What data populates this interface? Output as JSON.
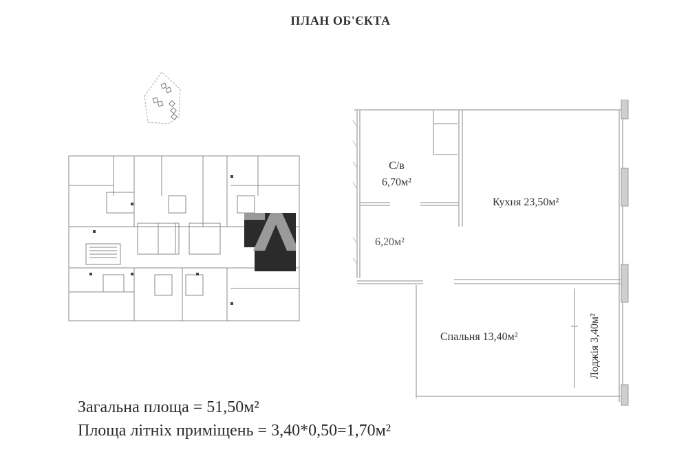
{
  "document": {
    "title": "ПЛАН ОБ'ЄКТА"
  },
  "rooms": {
    "bathroom": {
      "name": "С/в",
      "area": "6,70м²"
    },
    "hallway": {
      "name": "",
      "area": "6,20м²"
    },
    "kitchen": {
      "name": "Кухня",
      "area": "23,50м²",
      "label": "Кухня 23,50м²"
    },
    "bedroom": {
      "name": "Спальня",
      "area": "13,40м²",
      "label": "Спальня 13,40м²"
    },
    "loggia": {
      "name": "Лоджія",
      "area": "3,40м²",
      "label": "Лоджія 3,40м²"
    }
  },
  "summary": {
    "total_area_line": "Загальна площа = 51,50м²",
    "summer_area_line": "Площа літніх приміщень = 3,40*0,50=1,70м²",
    "total_area": "51,50",
    "summer_area_formula": "3,40*0,50",
    "summer_area": "1,70"
  },
  "colors": {
    "highlight_unit": "#2b2b2b",
    "logo_overlay": "#9a9a9a",
    "walls": "#b0b0b0"
  }
}
